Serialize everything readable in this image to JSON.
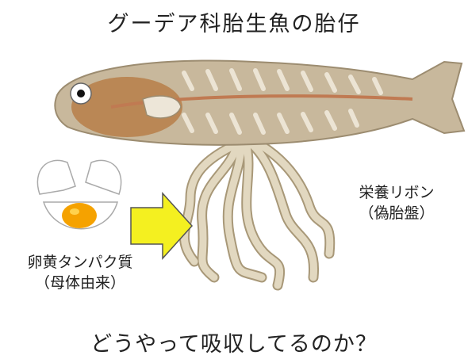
{
  "title": "グーデア科胎生魚の胎仔",
  "yolk_label": {
    "line1": "卵黄タンパク質",
    "line2": "（母体由来）"
  },
  "ribbon_label": {
    "line1": "栄養リボン",
    "line2": "（偽胎盤）"
  },
  "question": "どうやって吸収してるのか？",
  "colors": {
    "fish_body": "#c8b89c",
    "fish_belly": "#b5773e",
    "ribbon": "#e2d8c0",
    "ribbon_outline": "#a89878",
    "arrow": "#f4f020",
    "yolk": "#f5a200"
  }
}
